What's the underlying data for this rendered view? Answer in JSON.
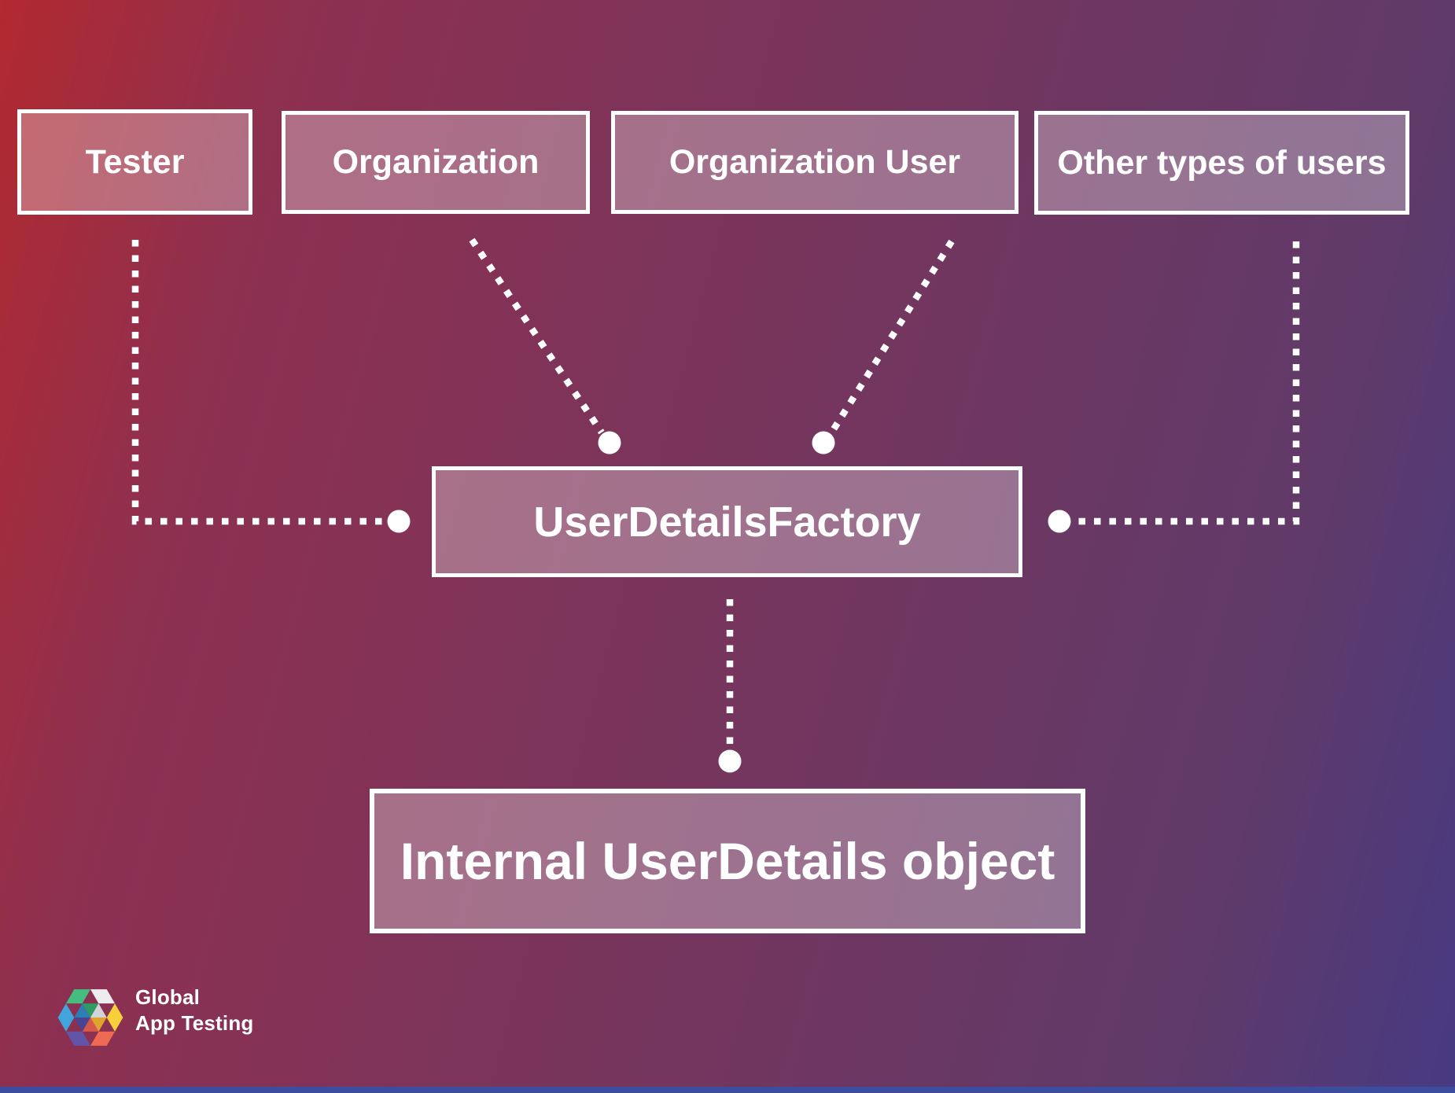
{
  "diagram": {
    "nodes": {
      "tester": {
        "label": "Tester"
      },
      "organization": {
        "label": "Organization"
      },
      "organization_user": {
        "label": "Organization User"
      },
      "other_users": {
        "label": "Other types of users"
      },
      "factory": {
        "label": "UserDetailsFactory"
      },
      "internal_object": {
        "label": "Internal UserDetails object"
      }
    },
    "colors": {
      "bg_top_left": "#b2292f",
      "bg_mid_left": "#8e3050",
      "bg_mid_right": "#603a69",
      "bg_bottom_right": "#473a82",
      "node_fill": "rgba(255,255,255,0.30)",
      "node_border": "#ffffff",
      "connector": "#ffffff",
      "bottom_bar": "#3c4c9f"
    }
  },
  "logo": {
    "line1": "Global",
    "line2": "App Testing",
    "colors": {
      "green": "#45bd7f",
      "white_face": "#ededef",
      "blue": "#42a4dd",
      "yellow": "#f6cf3a",
      "purple": "#6055a7",
      "red": "#ee6a52",
      "dark_blue": "#2c7eb3",
      "dark_green": "#2f9a64",
      "gray": "#d2d4da",
      "dark_yellow": "#dfa32e",
      "dark_red": "#d5584a",
      "dark_purple": "#4b4391"
    }
  }
}
